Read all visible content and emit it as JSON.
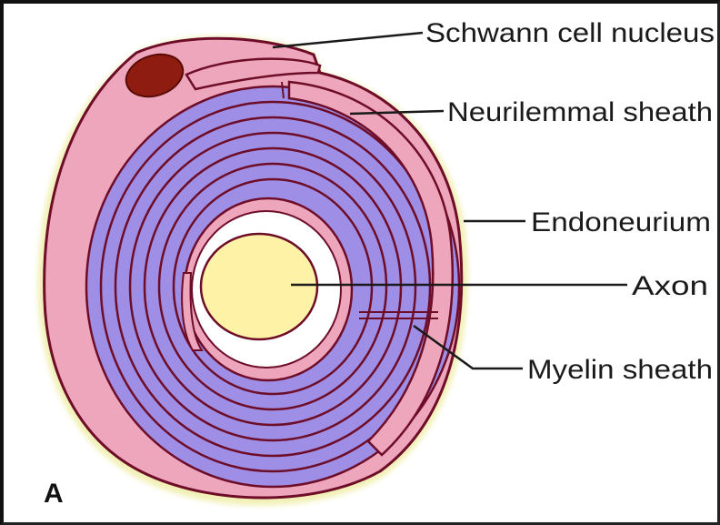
{
  "labels": {
    "schwann_nucleus": "Schwann cell nucleus",
    "neurilemmal": "Neurilemmal sheath",
    "endoneurium": "Endoneurium",
    "axon": "Axon",
    "myelin": "Myelin sheath",
    "panel": "A"
  },
  "colors": {
    "endoneurium_glow": "#f2f0b6",
    "cytoplasm_pink": "#eea6bd",
    "myelin_lamella": "#9f8ee6",
    "membrane_line": "#6e0d28",
    "nucleus": "#8f1c10",
    "axon": "#fdf2a6",
    "periaxonal_space": "#ffffff"
  }
}
